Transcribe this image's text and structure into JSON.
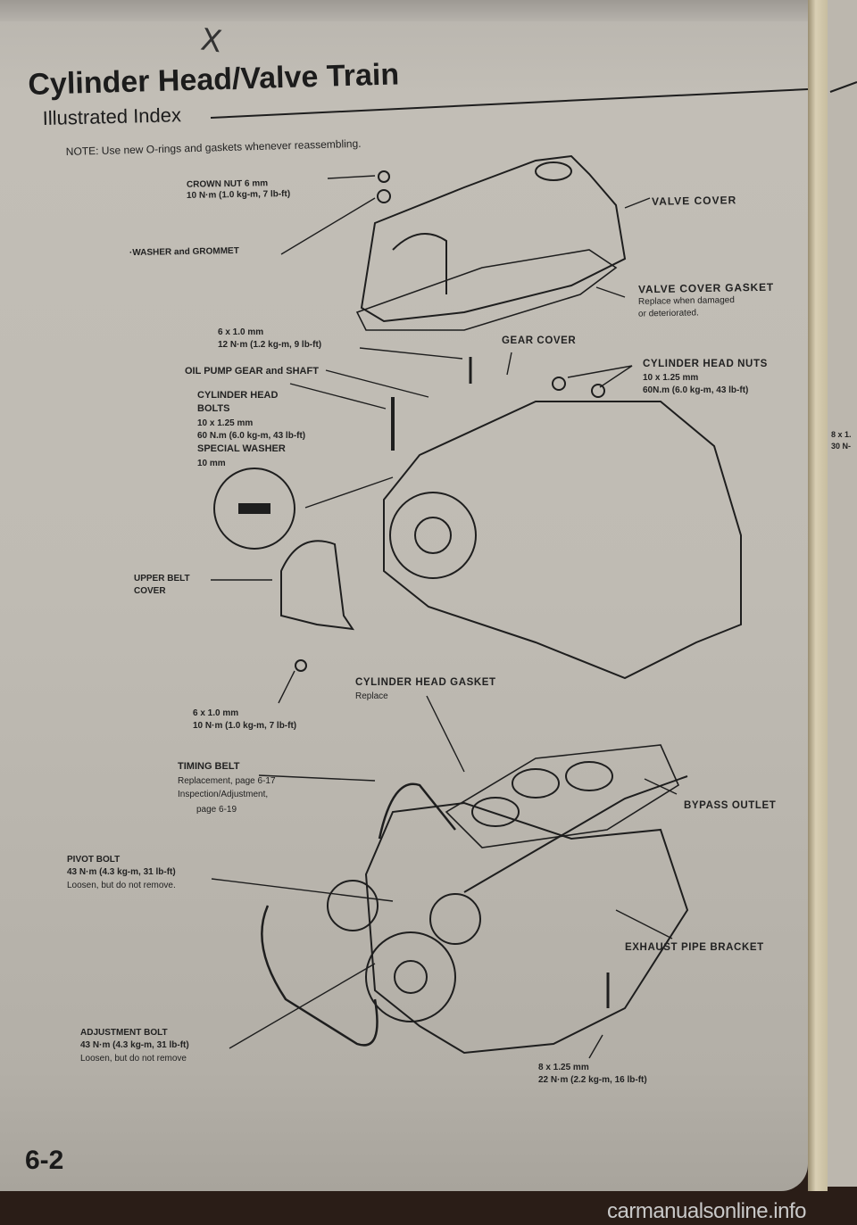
{
  "document": {
    "handwritten_mark": "X",
    "title": "Cylinder Head/Valve Train",
    "subtitle": "Illustrated Index",
    "note": "NOTE: Use new O-rings and gaskets whenever reassembling.",
    "page_number": "6-2",
    "watermark": "carmanualsonline.info"
  },
  "labels": {
    "crown_nut": {
      "name": "CROWN NUT 6 mm",
      "spec": "10 N·m (1.0 kg-m, 7 lb-ft)"
    },
    "washer_grommet": {
      "name": "·WASHER and GROMMET"
    },
    "valve_cover": {
      "name": "VALVE COVER"
    },
    "valve_cover_gasket": {
      "name": "VALVE COVER GASKET",
      "line1": "Replace when damaged",
      "line2": "or deteriorated."
    },
    "gear_cover_bolt": {
      "size": "6 x 1.0 mm",
      "spec": "12 N·m (1.2 kg-m, 9 lb-ft)"
    },
    "gear_cover": {
      "name": "GEAR COVER"
    },
    "oil_pump_gear": {
      "name": "OIL PUMP GEAR and SHAFT"
    },
    "cylinder_head_nuts": {
      "name": "CYLINDER HEAD NUTS",
      "size": "10 x 1.25 mm",
      "spec": "60N.m (6.0 kg-m, 43 lb-ft)"
    },
    "cylinder_head_bolts": {
      "name1": "CYLINDER HEAD",
      "name2": "BOLTS",
      "size": "10 x 1.25 mm",
      "spec": "60 N.m (6.0 kg-m, 43 lb-ft)",
      "washer": "SPECIAL WASHER",
      "washer_size": "10 mm"
    },
    "upper_belt_cover": {
      "line1": "UPPER BELT",
      "line2": "COVER"
    },
    "belt_cover_bolt": {
      "size": "6 x 1.0 mm",
      "spec": "10 N·m (1.0 kg-m, 7 lb-ft)"
    },
    "cylinder_head_gasket": {
      "name": "CYLINDER HEAD GASKET",
      "note": "Replace"
    },
    "timing_belt": {
      "name": "TIMING BELT",
      "line1": "Replacement, page 6-17",
      "line2": "Inspection/Adjustment,",
      "line3": "page 6-19"
    },
    "bypass_outlet": {
      "name": "BYPASS OUTLET"
    },
    "pivot_bolt": {
      "name": "PIVOT BOLT",
      "spec": "43 N·m (4.3 kg-m, 31 lb-ft)",
      "note": "Loosen, but do not remove."
    },
    "exhaust_pipe_bracket": {
      "name": "EXHAUST PIPE BRACKET"
    },
    "adjustment_bolt": {
      "name": "ADJUSTMENT BOLT",
      "spec": "43 N·m (4.3 kg-m, 31 lb-ft)",
      "note": "Loosen, but do not remove"
    },
    "bracket_bolt": {
      "size": "8 x 1.25 mm",
      "spec": "22 N·m (2.2 kg-m, 16 lb-ft)"
    },
    "adjacent_page_fragment": {
      "line1": "8 x 1.",
      "line2": "30 N-"
    }
  }
}
